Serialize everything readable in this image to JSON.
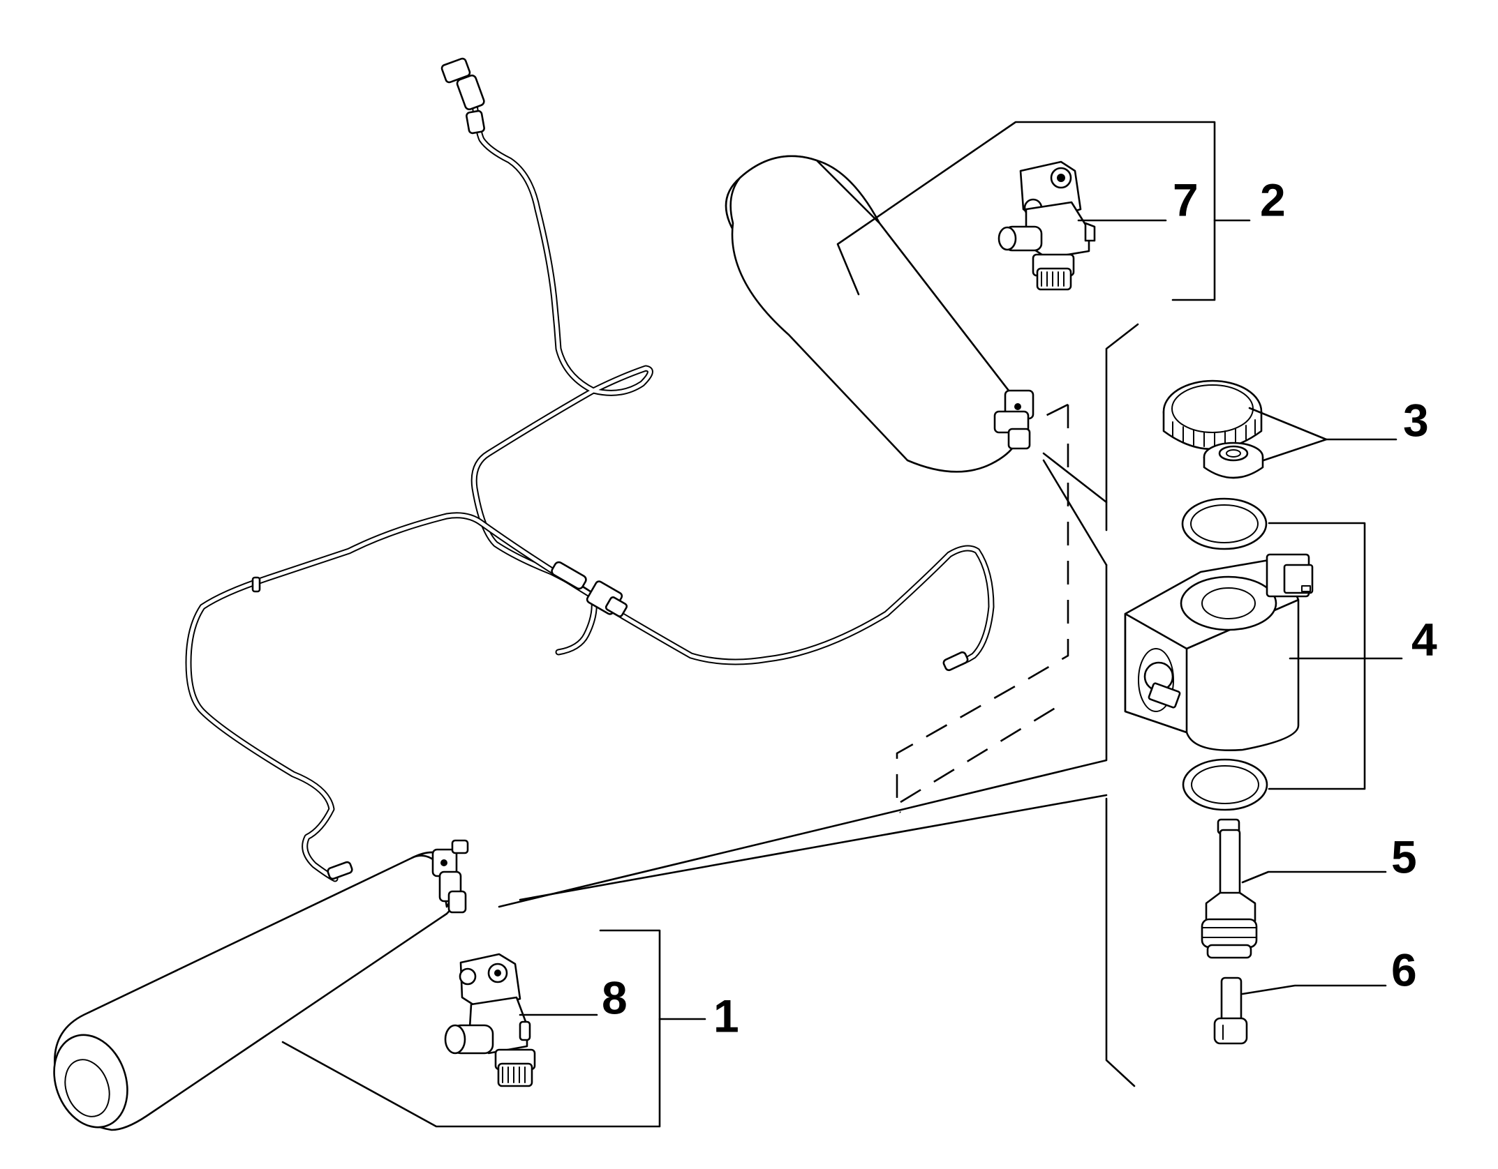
{
  "callouts": {
    "c1": "1",
    "c2": "2",
    "c3": "3",
    "c4": "4",
    "c5": "5",
    "c6": "6",
    "c7": "7",
    "c8": "8"
  },
  "colors": {
    "ink": "#000000",
    "paper": "#ffffff"
  },
  "icons": [
    "cylinder-1",
    "tank-2",
    "cap-seal-3",
    "solenoid-coil-4",
    "valve-stem-5",
    "pin-6",
    "valve-7",
    "valve-8"
  ]
}
